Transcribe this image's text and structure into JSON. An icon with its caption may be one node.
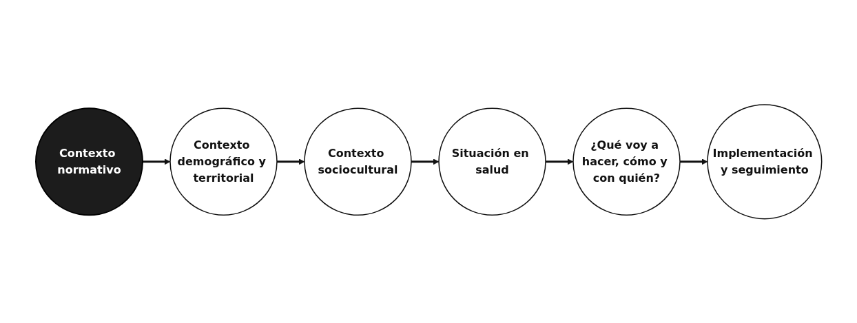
{
  "diagram": {
    "nodes": [
      {
        "text": [
          "Contexto normativo"
        ]
      },
      {
        "text": [
          "Contexto demográfico y territorial"
        ]
      },
      {
        "text": [
          "Contexto sociocultural"
        ]
      },
      {
        "text": [
          "Situación en salud"
        ]
      },
      {
        "text": [
          "¿Qué voy a hacer, cómo y con quién?"
        ]
      },
      {
        "text": [
          "Implementación y seguimiento"
        ]
      }
    ],
    "edges": [
      {
        "from": 0,
        "to": 1,
        "arrow": "to"
      },
      {
        "from": 1,
        "to": 2,
        "arrow": "to"
      },
      {
        "from": 2,
        "to": 3,
        "arrow": "to"
      },
      {
        "from": 3,
        "to": 4,
        "arrow": "to"
      },
      {
        "from": 4,
        "to": 5,
        "arrow": "to"
      }
    ]
  }
}
